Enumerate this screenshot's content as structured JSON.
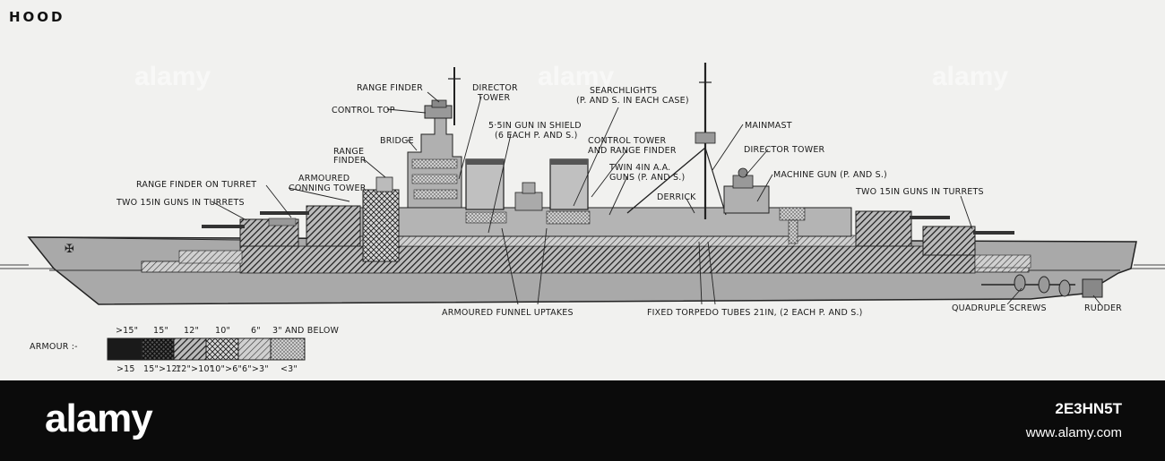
{
  "title": "HOOD",
  "watermark": "alamy",
  "labels": {
    "range_finder_top": "RANGE FINDER",
    "control_top": "CONTROL TOP",
    "director_tower_1": "DIRECTOR",
    "director_tower_2": "TOWER",
    "bridge": "BRIDGE",
    "range_finder_2a": "RANGE",
    "range_finder_2b": "FINDER",
    "range_finder_turret": "RANGE FINDER ON TURRET",
    "armoured_conning_1": "ARMOURED",
    "armoured_conning_2": "CONNING TOWER",
    "two_guns_fwd": "TWO 15IN GUNS IN TURRETS",
    "gun_shield_1": "5·5IN GUN IN SHIELD",
    "gun_shield_2": "(6 EACH P. AND S.)",
    "searchlights_1": "SEARCHLIGHTS",
    "searchlights_2": "(P. AND S. IN EACH CASE)",
    "control_tower_1": "CONTROL TOWER",
    "control_tower_2": "AND RANGE FINDER",
    "twin_aa_1": "TWIN 4IN A.A.",
    "twin_aa_2": "GUNS (P. AND S.)",
    "derrick": "DERRICK",
    "mainmast": "MAINMAST",
    "director_tower_aft": "DIRECTOR TOWER",
    "machine_gun": "MACHINE GUN (P. AND S.)",
    "two_guns_aft": "TWO 15IN GUNS IN TURRETS",
    "funnel_uptakes": "ARMOURED FUNNEL UPTAKES",
    "torpedo_tubes": "FIXED TORPEDO TUBES 21IN, (2 EACH P. AND S.)",
    "screws": "QUADRUPLE SCREWS",
    "rudder": "RUDDER"
  },
  "legend": {
    "label": "ARMOUR :-",
    "top": [
      ">15\"",
      "15\"",
      "12\"",
      "10\"",
      "6\"",
      "3\" AND BELOW"
    ],
    "bottom": [
      ">15",
      "15\">12\"",
      "12\">10\"",
      "10\">6\"",
      "6\">3\"",
      "<3\""
    ],
    "patterns": [
      "solid",
      "crosshatch-dense",
      "hatch-heavy",
      "crosshatch",
      "hatch-light",
      "stipple"
    ]
  },
  "footer": {
    "brand": "alamy",
    "image_id": "2E3HN5T",
    "site": "www.alamy.com"
  }
}
